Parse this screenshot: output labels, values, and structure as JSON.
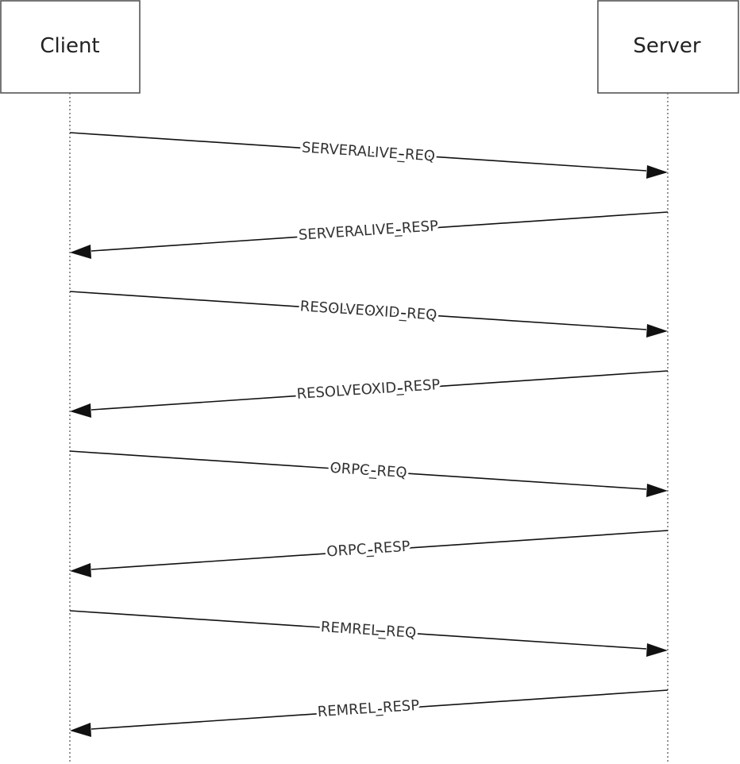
{
  "participants": [
    {
      "id": "client",
      "label": "Client"
    },
    {
      "id": "server",
      "label": "Server"
    }
  ],
  "messages": [
    {
      "from": "client",
      "to": "server",
      "label": "SERVERALIVE_REQ"
    },
    {
      "from": "server",
      "to": "client",
      "label": "SERVERALIVE_RESP"
    },
    {
      "from": "client",
      "to": "server",
      "label": "RESOLVEOXID_REQ"
    },
    {
      "from": "server",
      "to": "client",
      "label": "RESOLVEOXID_RESP"
    },
    {
      "from": "client",
      "to": "server",
      "label": "ORPC_REQ"
    },
    {
      "from": "server",
      "to": "client",
      "label": "ORPC_RESP"
    },
    {
      "from": "client",
      "to": "server",
      "label": "REMREL_REQ"
    },
    {
      "from": "server",
      "to": "client",
      "label": "REMREL_RESP"
    }
  ]
}
